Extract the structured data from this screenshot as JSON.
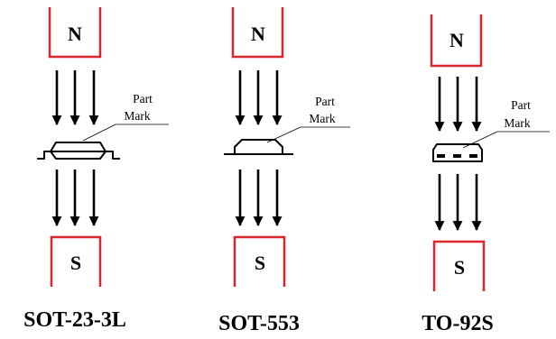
{
  "colors": {
    "magnet": "#d8262c",
    "ink": "#000000",
    "background": "#ffffff"
  },
  "north_label": "N",
  "south_label": "S",
  "mark_label_line1": "Part",
  "mark_label_line2": "Mark",
  "packages": [
    {
      "name": "SOT-23-3L"
    },
    {
      "name": "SOT-553"
    },
    {
      "name": "TO-92S"
    }
  ]
}
